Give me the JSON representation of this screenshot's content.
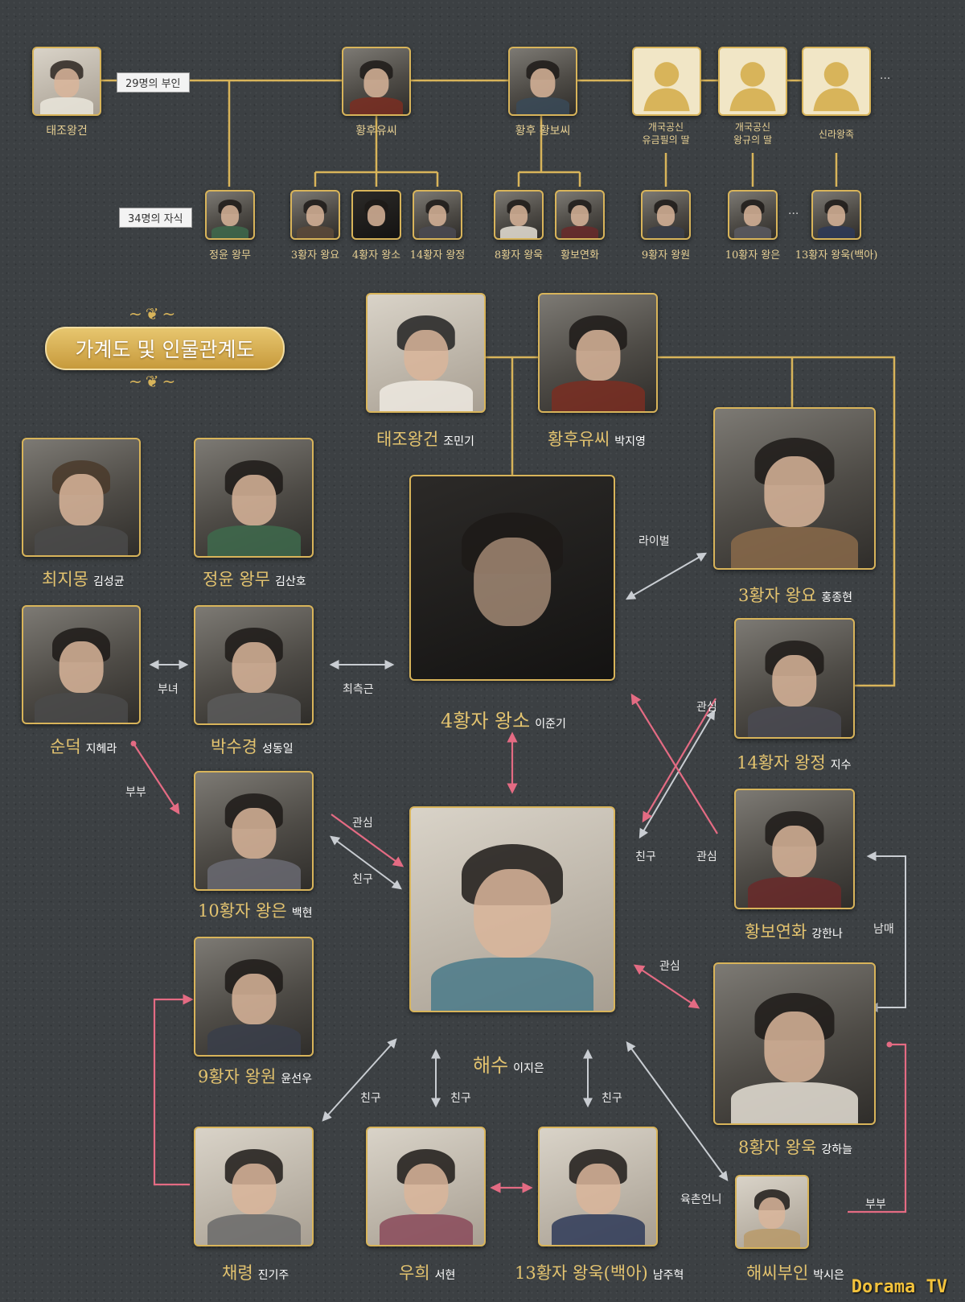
{
  "top_tree": {
    "wives_tag": "29명의 부인",
    "children_tag": "34명의 자식",
    "taejo": "태조왕건",
    "wives": [
      {
        "label": "황후유씨"
      },
      {
        "label": "황후 황보씨"
      },
      {
        "label": "개국공신\n유금필의 딸"
      },
      {
        "label": "개국공신\n왕규의 딸"
      },
      {
        "label": "신라왕족"
      }
    ],
    "more": "···",
    "children": [
      {
        "label": "정윤 왕무"
      },
      {
        "label": "3황자 왕요"
      },
      {
        "label": "4황자 왕소"
      },
      {
        "label": "14황자 왕정"
      },
      {
        "label": "8황자 왕욱"
      },
      {
        "label": "황보연화"
      },
      {
        "label": "9황자 왕원"
      },
      {
        "label": "10황자 왕은"
      },
      {
        "label": "13황자 왕욱(백아)"
      }
    ],
    "children_more": "···"
  },
  "banner": "가계도 및 인물관계도",
  "characters": {
    "taejo": {
      "name": "태조왕건",
      "actor": "조민기"
    },
    "queen_yu": {
      "name": "황후유씨",
      "actor": "박지영"
    },
    "wang_yo": {
      "name": "3황자 왕요",
      "actor": "홍종현"
    },
    "choi_jimong": {
      "name": "최지몽",
      "actor": "김성균"
    },
    "wang_mu": {
      "name": "정윤 왕무",
      "actor": "김산호"
    },
    "wang_so": {
      "name": "4황자 왕소",
      "actor": "이준기"
    },
    "wang_jung": {
      "name": "14황자 왕정",
      "actor": "지수"
    },
    "soondeok": {
      "name": "순덕",
      "actor": "지헤라"
    },
    "park_sookyung": {
      "name": "박수경",
      "actor": "성동일"
    },
    "wang_eun": {
      "name": "10황자 왕은",
      "actor": "백현"
    },
    "hae_soo": {
      "name": "해수",
      "actor": "이지은"
    },
    "hwangbo": {
      "name": "황보연화",
      "actor": "강한나"
    },
    "wang_won": {
      "name": "9황자 왕원",
      "actor": "윤선우"
    },
    "wang_wook": {
      "name": "8황자 왕욱",
      "actor": "강하늘"
    },
    "chaeryung": {
      "name": "채령",
      "actor": "진기주"
    },
    "woohee": {
      "name": "우희",
      "actor": "서현"
    },
    "baek_a": {
      "name": "13황자 왕욱(백아)",
      "actor": "남주혁"
    },
    "lady_hae": {
      "name": "해씨부인",
      "actor": "박시은"
    }
  },
  "relations": {
    "rival": "라이벌",
    "father_daughter": "부녀",
    "close_aide": "최측근",
    "interest_so": "관심",
    "spouse_left": "부부",
    "interest_eun": "관심",
    "friend_eun": "친구",
    "friend_jung": "친구",
    "interest_jung": "관심",
    "siblings": "남매",
    "interest_wook": "관심",
    "friend_1": "친구",
    "friend_2": "친구",
    "friend_3": "친구",
    "cousin_sister": "육촌언니",
    "spouse_right": "부부"
  },
  "colors": {
    "gold": "#d8b45a",
    "pink": "#e46b83",
    "grey_arrow": "#c9cdd2"
  },
  "watermark": "Dorama TV"
}
